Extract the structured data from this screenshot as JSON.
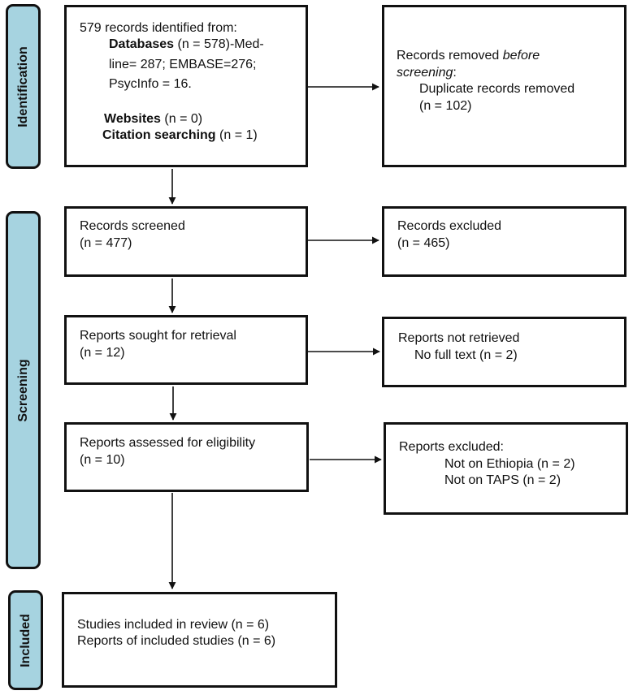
{
  "phases": {
    "identification": "Identification",
    "screening": "Screening",
    "included": "Included"
  },
  "identification": {
    "intro": "579 records identified from:",
    "databases_label": "Databases",
    "databases_count": " (n = 578)-Med-",
    "databases_line2": "line= 287; EMBASE=276;",
    "databases_line3": "PsycInfo = 16.",
    "websites_label": "Websites",
    "websites_count": " (n = 0)",
    "citation_label": "Citation searching",
    "citation_count": " (n = 1)"
  },
  "removed": {
    "line1": "Records removed ",
    "line1_italic": "before",
    "line2_italic": "screening",
    "line2_rest": ":",
    "line3": "Duplicate records removed",
    "line4": "(n = 102)"
  },
  "screened": {
    "title": "Records screened",
    "count": "(n = 477)"
  },
  "excluded": {
    "title": "Records excluded",
    "count": "(n = 465)"
  },
  "sought": {
    "title": "Reports sought for retrieval",
    "count": "(n = 12)"
  },
  "not_retrieved": {
    "title": "Reports not retrieved",
    "reason": "No full text (n = 2)"
  },
  "assessed": {
    "title": "Reports assessed for eligibility",
    "count": "(n = 10)"
  },
  "reports_excluded": {
    "title": "Reports excluded:",
    "reason1": "Not on Ethiopia (n = 2)",
    "reason2": "Not on TAPS (n = 2)"
  },
  "included": {
    "line1": "Studies included in review (n = 6)",
    "line2": "Reports of included studies (n = 6)"
  }
}
